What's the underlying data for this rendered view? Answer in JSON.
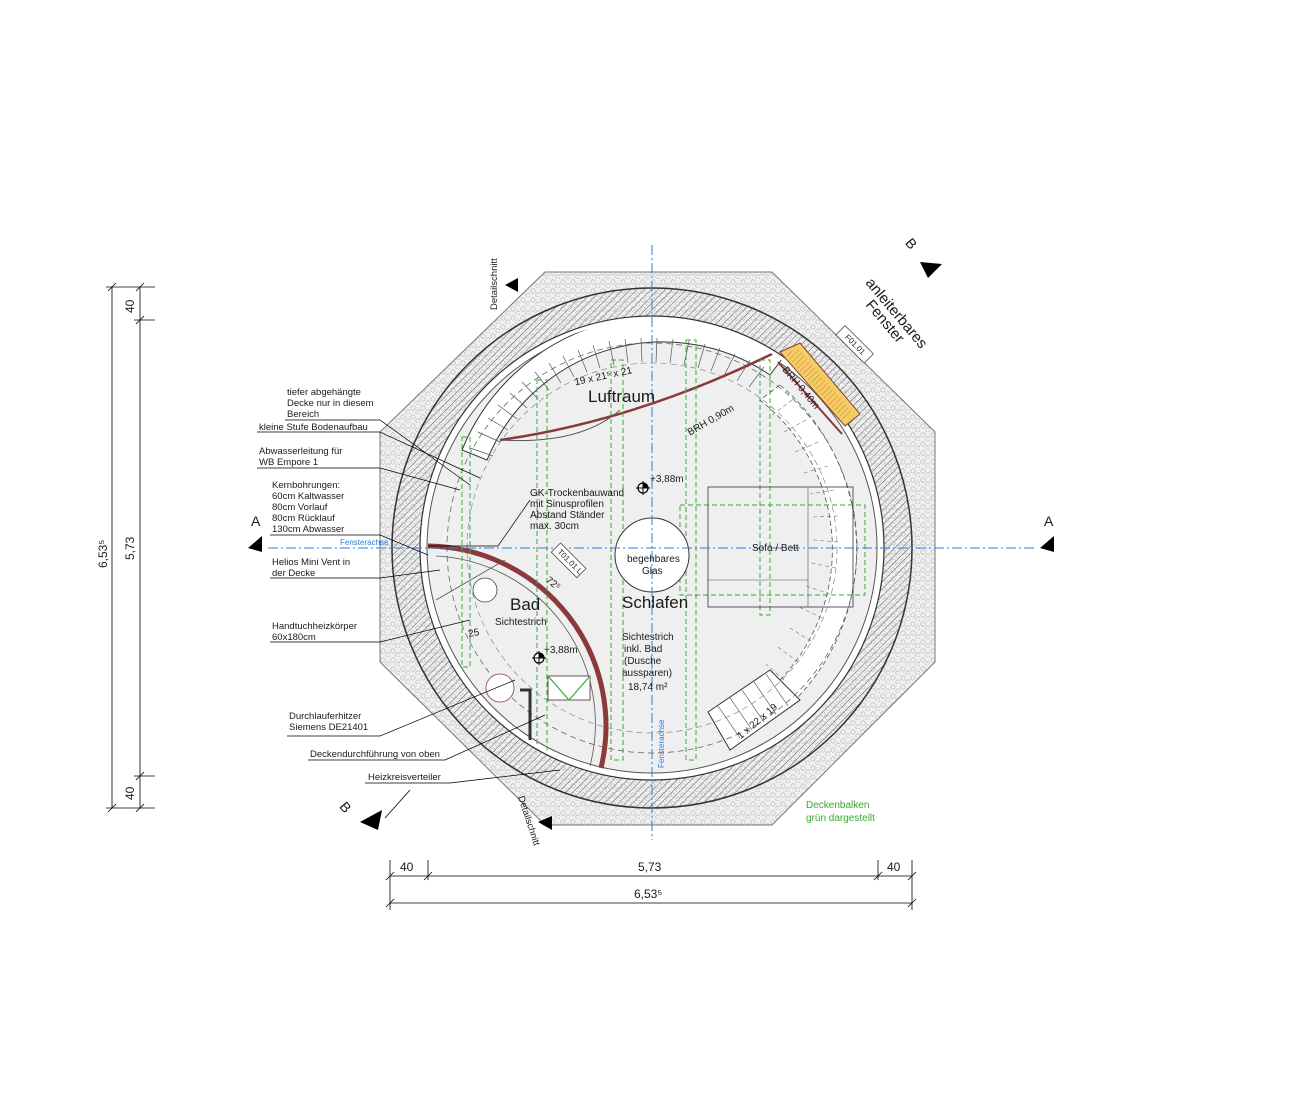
{
  "rooms": {
    "luftraum": "Luftraum",
    "bad": "Bad",
    "bad_sub": "Sichtestrich",
    "schlafen": "Schlafen",
    "schlafen_note": [
      "Sichtestrich",
      "inkl. Bad",
      "(Dusche",
      "aussparen)",
      "18,74 m²"
    ],
    "glass": [
      "begehbares",
      "Glas"
    ],
    "sofa": "Sofa / Bett"
  },
  "levels": {
    "upper": "+3,88m",
    "lower": "+3,88m"
  },
  "stairs": {
    "top": "19 x 21⁵ x 21",
    "right": "1 x 22 x 19"
  },
  "window": {
    "tag": "F01.01",
    "label_line1": "anleiterbares",
    "label_line2": "Fenster",
    "brh_top": "BRH 0,90m",
    "brh_side": "BRH 0,40m"
  },
  "door_tag": "T01.01 L",
  "partition_note": [
    "GK-Trockenbauwand",
    "mit Sinusprofilen",
    "Abstand Ständer",
    "max. 30cm"
  ],
  "bath_dims": {
    "d1": "72⁵",
    "d2": "25"
  },
  "annotations": [
    {
      "lines": [
        "tiefer abgehängte",
        "Decke nur in diesem",
        "Bereich"
      ]
    },
    {
      "lines": [
        "kleine Stufe Bodenaufbau"
      ]
    },
    {
      "lines": [
        "Abwasserleitung für",
        "WB Empore 1"
      ]
    },
    {
      "lines": [
        "Kernbohrungen:",
        "60cm Kaltwasser",
        "80cm Vorlauf",
        "80cm Rücklauf",
        "130cm Abwasser"
      ]
    },
    {
      "lines": [
        "Helios Mini Vent in",
        "der Decke"
      ]
    },
    {
      "lines": [
        "Handtuchheizkörper",
        "60x180cm"
      ]
    },
    {
      "lines": [
        "Durchlauferhitzer",
        "Siemens DE21401"
      ]
    },
    {
      "lines": [
        "Deckendurchführung von oben"
      ]
    },
    {
      "lines": [
        "Heizkreisverteiler"
      ]
    }
  ],
  "sections": {
    "a_left": "A",
    "a_right": "A",
    "b_top": "B",
    "b_bottom": "B",
    "detail_top": "Detailschnitt",
    "detail_bottom": "Detailschnitt"
  },
  "axes": {
    "horizontal": "Fensterachse",
    "vertical": "Fensterachse"
  },
  "legend": {
    "line1": "Deckenbalken",
    "line2": "grün dargestellt"
  },
  "dims_vertical": {
    "top": "40",
    "middle": "5,73",
    "bottom": "40",
    "total": "6,53⁵"
  },
  "dims_horizontal": {
    "left": "40",
    "middle": "5,73",
    "right": "40",
    "total": "6,53⁵"
  },
  "colors": {
    "axis": "#2f7fd8",
    "beams": "#39a935",
    "window": "#f3cf63",
    "wall_arc": "#8a3a3a"
  }
}
